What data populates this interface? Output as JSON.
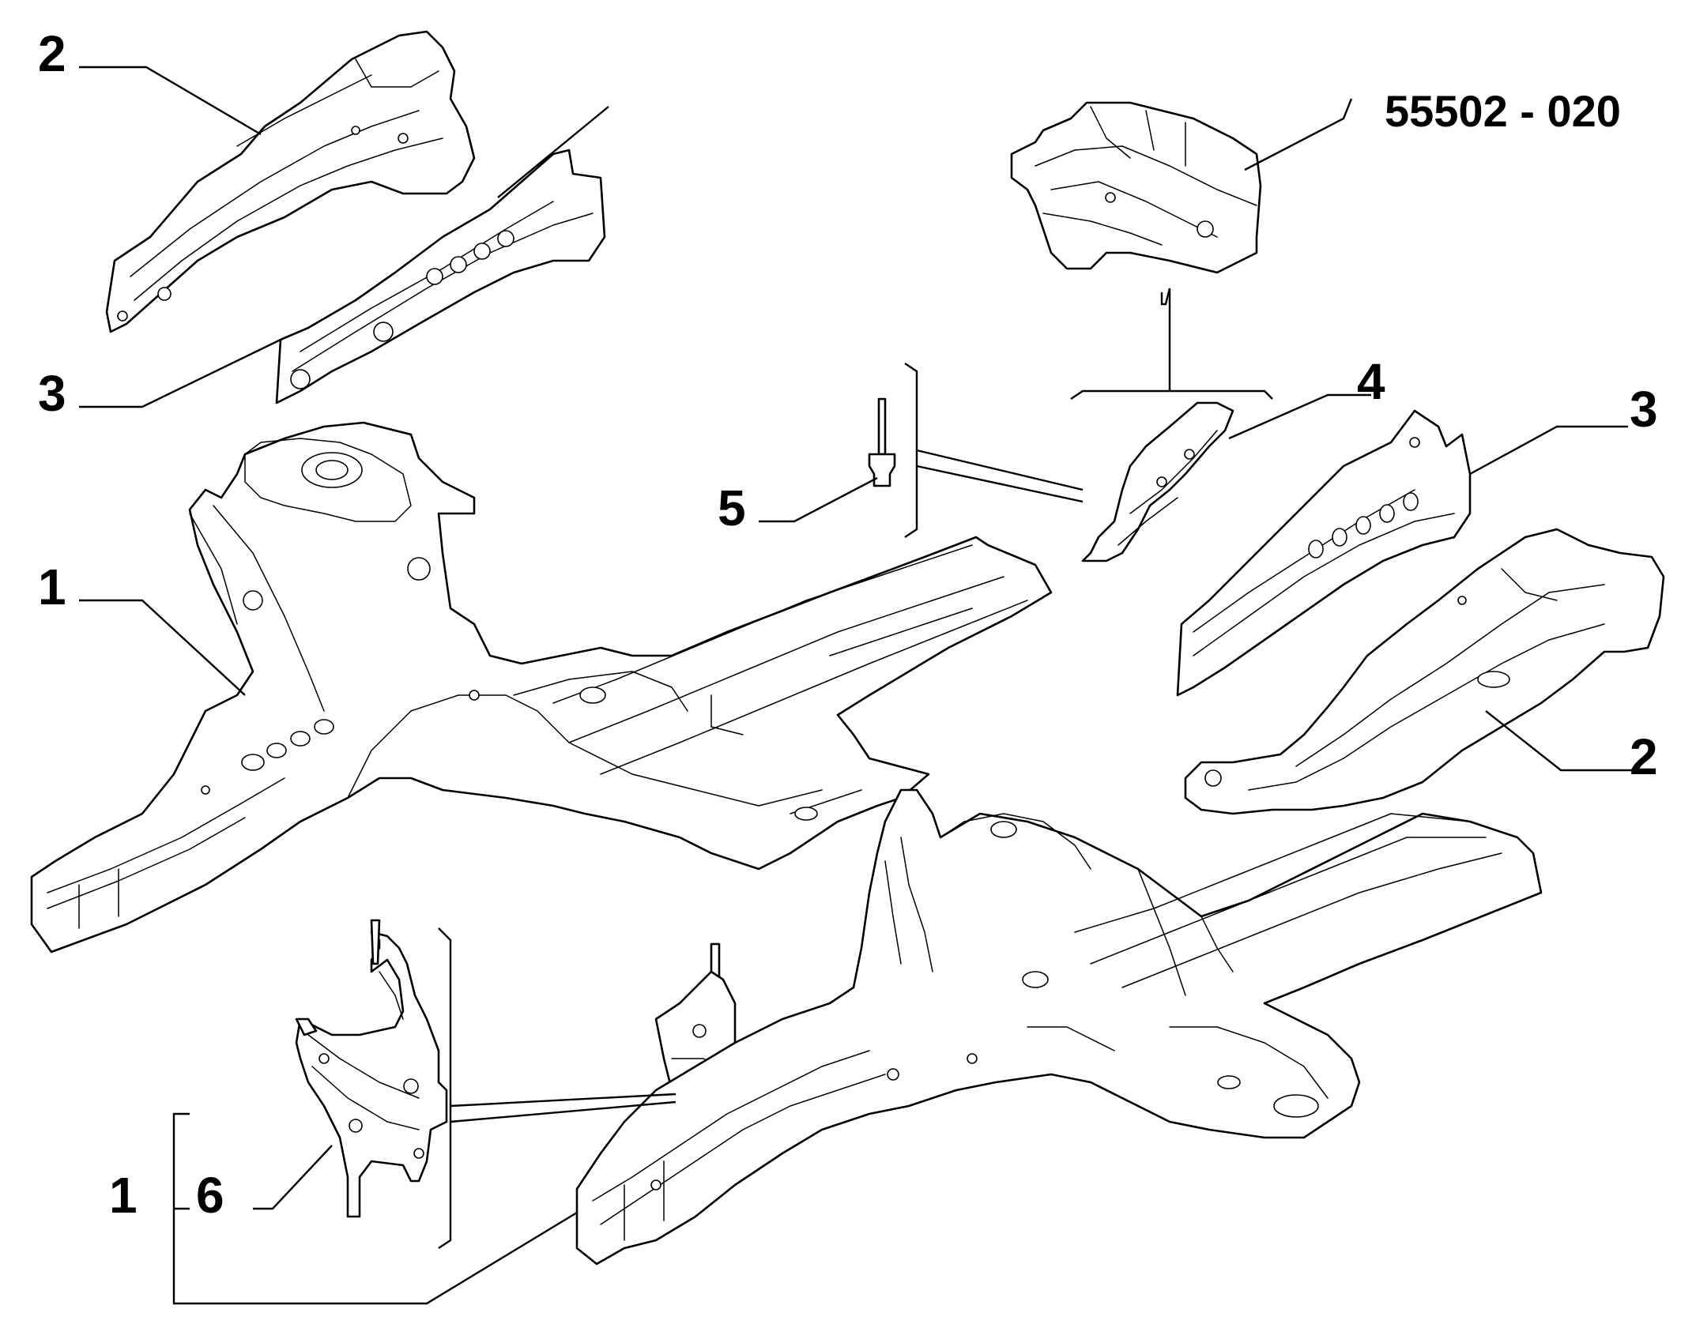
{
  "callouts": {
    "c2_top_left": "2",
    "c3_left": "3",
    "c1_upper": "1",
    "c5": "5",
    "c4": "4",
    "c3_right": "3",
    "c2_right": "2",
    "c1_lower": "1",
    "c6": "6",
    "part_number": "55502 - 020"
  }
}
